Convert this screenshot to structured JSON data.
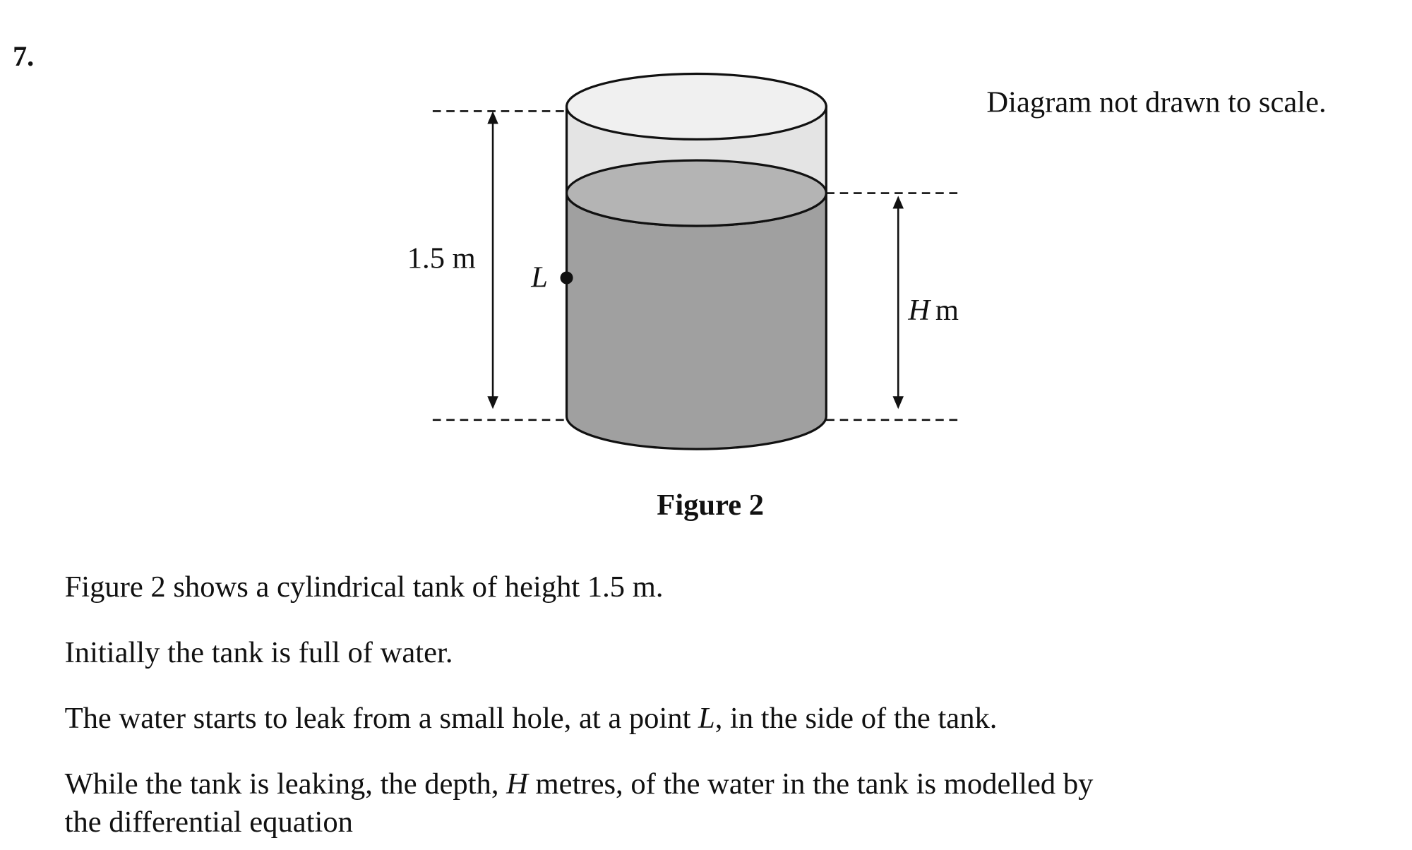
{
  "question_number": "7.",
  "figure": {
    "note": "Diagram not drawn to scale.",
    "label_height": "1.5 m",
    "label_point": "L",
    "label_depth_var": "H",
    "label_depth_unit": "m",
    "caption": "Figure 2",
    "colors": {
      "empty": "#e4e4e4",
      "lid": "#f0f0f0",
      "water": "#a0a0a0",
      "water_surface": "#b4b4b4"
    }
  },
  "text": {
    "p1": "Figure 2 shows a cylindrical tank of height 1.5 m.",
    "p2": "Initially the tank is full of water.",
    "p3_a": "The water starts to leak from a small hole, at a point ",
    "p3_b": "L",
    "p3_c": ", in the side of the tank.",
    "p4_a": "While the tank is leaking, the depth, ",
    "p4_b": "H",
    "p4_c": " metres, of the water in the tank is modelled by",
    "p5": "the differential equation"
  }
}
